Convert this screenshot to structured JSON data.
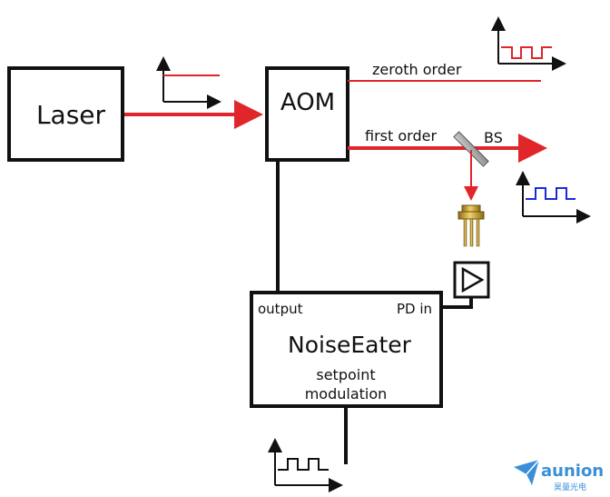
{
  "blocks": {
    "laser": "Laser",
    "aom": "AOM",
    "noise_eater": {
      "title": "NoiseEater",
      "line2": "setpoint",
      "line3": "modulation",
      "output_port": "output",
      "input_port": "PD in"
    }
  },
  "beams": {
    "zeroth": "zeroth order",
    "first": "first order",
    "splitter": "BS"
  },
  "logo": {
    "brand": "aunion",
    "subtitle": "昊量光电"
  },
  "colors": {
    "beam": "#e0262a",
    "signal_blue": "#1a2bd6",
    "outline": "#111111",
    "logo": "#3a8fd8"
  }
}
